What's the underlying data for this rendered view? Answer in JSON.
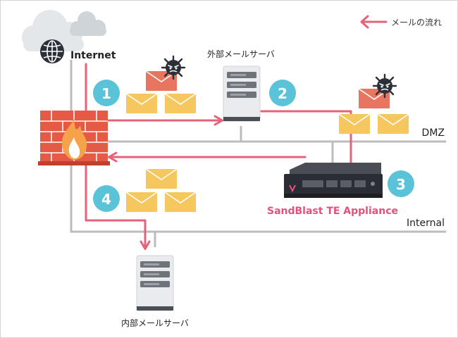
{
  "legend": {
    "label": "メールの流れ"
  },
  "nodes": {
    "internet": "Internet",
    "external_mail_server": "外部メールサーバ",
    "internal_mail_server": "内部メールサーバ",
    "appliance": "SandBlast TE Appliance"
  },
  "zones": {
    "dmz": "DMZ",
    "internal": "Internal"
  },
  "steps": [
    "1",
    "2",
    "3",
    "4"
  ],
  "colors": {
    "flow_arrow": "#e4637a",
    "step_badge": "#5bc3d8",
    "appliance_label": "#e8507a",
    "network_line": "#bcbcbc",
    "envelope": "#f6c75e",
    "malicious_envelope": "#e8755f",
    "firewall_brick": "#e55a44",
    "cloud": "#cfd4d8"
  },
  "icons": [
    "cloud-icon",
    "globe-icon",
    "firewall-icon",
    "server-icon",
    "appliance-icon",
    "envelope-icon",
    "virus-icon"
  ]
}
